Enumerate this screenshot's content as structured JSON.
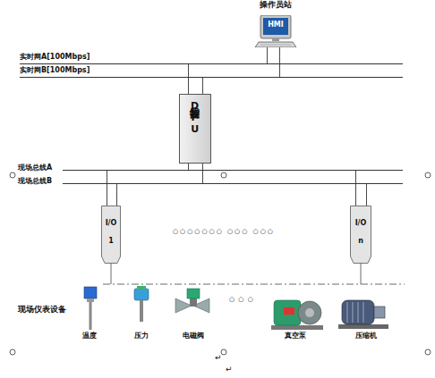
{
  "diagram": {
    "nodes": [
      {
        "text": [
          "操作员站",
          "HMI"
        ]
      },
      {
        "text": [
          "实时网A[100Mbps]"
        ]
      },
      {
        "text": [
          "实时网B[100Mbps]"
        ]
      },
      {
        "text": [
          "控制器DPU"
        ]
      },
      {
        "text": [
          "现场总线A"
        ]
      },
      {
        "text": [
          "现场总线B"
        ]
      },
      {
        "text": [
          "I/O",
          "1"
        ]
      },
      {
        "text": [
          "I/O",
          "n"
        ]
      }
    ],
    "edges": [
      {
        "from": 0,
        "to": 1,
        "arrow": "none"
      },
      {
        "from": 0,
        "to": 2,
        "arrow": "none"
      },
      {
        "from": 3,
        "to": 1,
        "arrow": "none"
      },
      {
        "from": 3,
        "to": 2,
        "arrow": "none"
      },
      {
        "from": 3,
        "to": 4,
        "arrow": "none"
      },
      {
        "from": 3,
        "to": 5,
        "arrow": "none"
      },
      {
        "from": 6,
        "to": 4,
        "arrow": "none"
      },
      {
        "from": 6,
        "to": 5,
        "arrow": "none"
      },
      {
        "from": 7,
        "to": 4,
        "arrow": "none"
      },
      {
        "from": 7,
        "to": 5,
        "arrow": "none"
      }
    ],
    "labels": [
      "○○○○○○○ ○○○ ○○○",
      "现场仪表设备",
      "温度",
      "压力",
      "电磁阀",
      "○ ○ ○",
      "真空泵",
      "压缩机",
      "↵",
      "↵"
    ]
  }
}
